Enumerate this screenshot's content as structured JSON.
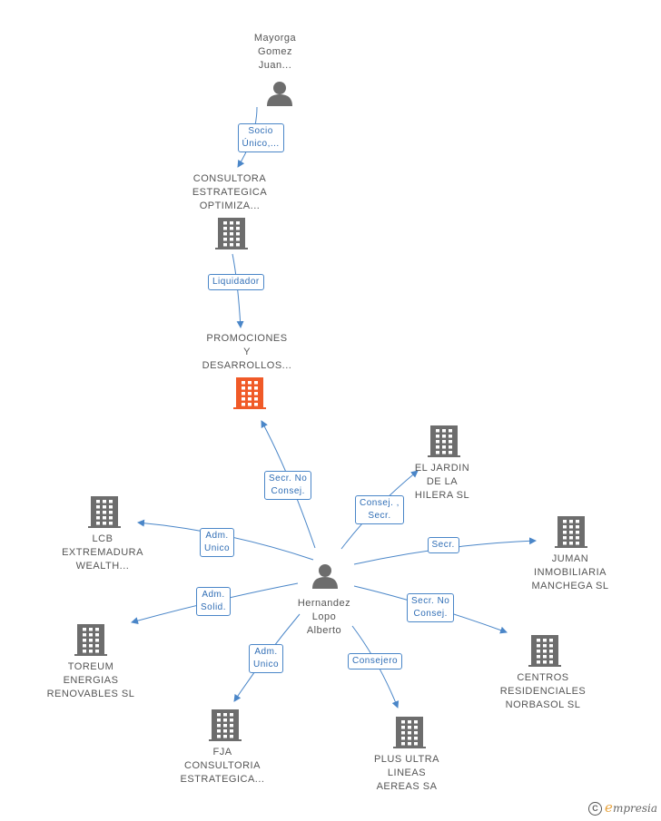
{
  "colors": {
    "edge": "#4a86c8",
    "company": "#6d6d6d",
    "focus_company": "#f05a28",
    "person": "#6d6d6d"
  },
  "nodes": [
    {
      "id": "mayorga",
      "kind": "person",
      "icon": "person-icon",
      "label": [
        "Mayorga",
        "Gomez",
        "Juan..."
      ]
    },
    {
      "id": "consultora",
      "kind": "company",
      "icon": "building-icon",
      "label": [
        "CONSULTORA",
        "ESTRATEGICA",
        "OPTIMIZA..."
      ]
    },
    {
      "id": "promociones",
      "kind": "focus",
      "icon": "building-icon",
      "label": [
        "PROMOCIONES",
        "Y",
        "DESARROLLOS..."
      ]
    },
    {
      "id": "hernandez",
      "kind": "person",
      "icon": "person-icon",
      "label": [
        "Hernandez",
        "Lopo",
        "Alberto"
      ]
    },
    {
      "id": "eljardin",
      "kind": "company",
      "icon": "building-icon",
      "label": [
        "EL JARDIN",
        "DE LA",
        "HILERA SL"
      ]
    },
    {
      "id": "lcb",
      "kind": "company",
      "icon": "building-icon",
      "label": [
        "LCB",
        "EXTREMADURA",
        "WEALTH..."
      ]
    },
    {
      "id": "juman",
      "kind": "company",
      "icon": "building-icon",
      "label": [
        "JUMAN",
        "INMOBILIARIA",
        "MANCHEGA SL"
      ]
    },
    {
      "id": "toreum",
      "kind": "company",
      "icon": "building-icon",
      "label": [
        "TOREUM",
        "ENERGIAS",
        "RENOVABLES SL"
      ]
    },
    {
      "id": "centros",
      "kind": "company",
      "icon": "building-icon",
      "label": [
        "CENTROS",
        "RESIDENCIALES",
        "NORBASOL SL"
      ]
    },
    {
      "id": "fja",
      "kind": "company",
      "icon": "building-icon",
      "label": [
        "FJA",
        "CONSULTORIA",
        "ESTRATEGICA..."
      ]
    },
    {
      "id": "plusultra",
      "kind": "company",
      "icon": "building-icon",
      "label": [
        "PLUS ULTRA",
        "LINEAS",
        "AEREAS SA"
      ]
    }
  ],
  "edges": [
    {
      "from": "mayorga",
      "to": "consultora",
      "label": [
        "Socio",
        "Único,..."
      ]
    },
    {
      "from": "consultora",
      "to": "promociones",
      "label": [
        "Liquidador"
      ]
    },
    {
      "from": "hernandez",
      "to": "promociones",
      "label": [
        "Secr.  No",
        "Consej."
      ]
    },
    {
      "from": "hernandez",
      "to": "eljardin",
      "label": [
        "Consej. ,",
        "Secr."
      ]
    },
    {
      "from": "hernandez",
      "to": "lcb",
      "label": [
        "Adm.",
        "Unico"
      ]
    },
    {
      "from": "hernandez",
      "to": "juman",
      "label": [
        "Secr."
      ]
    },
    {
      "from": "hernandez",
      "to": "toreum",
      "label": [
        "Adm.",
        "Solid."
      ]
    },
    {
      "from": "hernandez",
      "to": "centros",
      "label": [
        "Secr.  No",
        "Consej."
      ]
    },
    {
      "from": "hernandez",
      "to": "fja",
      "label": [
        "Adm.",
        "Unico"
      ]
    },
    {
      "from": "hernandez",
      "to": "plusultra",
      "label": [
        "Consejero"
      ]
    }
  ],
  "brand": {
    "copyright": "C",
    "initial": "e",
    "name": "mpresia"
  }
}
